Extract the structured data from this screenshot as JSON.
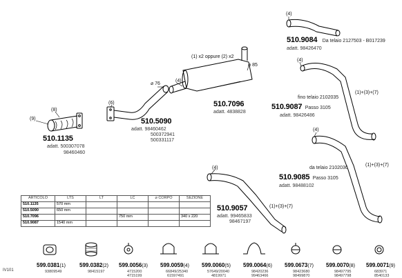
{
  "parts": [
    {
      "code": "510.1135",
      "refs": [
        "adatt. 500307078",
        "98460460"
      ]
    },
    {
      "code": "510.5090",
      "refs": [
        "adatt. 98460462",
        "500372941",
        "500331117"
      ]
    },
    {
      "code": "510.7096",
      "refs": [
        "adatt. 4838828"
      ]
    },
    {
      "code": "510.9084",
      "extra": "Da telaio 2127503 - B017239",
      "refs": [
        "adatt. 98426470"
      ]
    },
    {
      "code": "510.9087",
      "extra_lines": [
        "fino telaio 2102035",
        "Passo 3105"
      ],
      "refs": [
        "adatt. 98426486"
      ]
    },
    {
      "code": "510.9085",
      "extra_lines": [
        "da telaio 2102036",
        "Passo 3105"
      ],
      "refs": [
        "adatt. 98488102"
      ]
    },
    {
      "code": "510.9057",
      "refs": [
        "adatt. 99465833",
        "98467197"
      ]
    }
  ],
  "callouts": {
    "n9": "(9)",
    "n8": "(8)",
    "n6": "(6)",
    "n4a": "(4)",
    "n4b": "(4)",
    "n4c": "(4)",
    "n4d": "(4)",
    "n4e": "(4)",
    "dia76": "⌀ 76",
    "dia85": "⌀ 85",
    "muffler_note": "(1) x2 oppure (2) x2",
    "plus_a": "(1)+(3)+(7)",
    "plus_b": "(1)+(3)+(7)",
    "plus_c": "(1)+(3)+(7)"
  },
  "table": {
    "headers": [
      "ARTICOLO",
      "LTS",
      "LT",
      "LC",
      "⌀ CORPO",
      "SEZIONE"
    ],
    "rows": [
      [
        "510.1135",
        "570 mm",
        "",
        "",
        "",
        ""
      ],
      [
        "510.5090",
        "650 mm",
        "",
        "",
        "",
        ""
      ],
      [
        "510.7096",
        "",
        "",
        "750 mm",
        "",
        "340 x 220"
      ],
      [
        "510.9087",
        "1540 mm",
        "",
        "",
        "",
        ""
      ]
    ]
  },
  "accessories": [
    {
      "code": "599.0381",
      "num": "(1)",
      "refs": [
        "93809549"
      ]
    },
    {
      "code": "599.0382",
      "num": "(2)",
      "refs": [
        "98415197"
      ]
    },
    {
      "code": "599.0056",
      "num": "(3)",
      "refs": [
        "4715200",
        "4715199"
      ]
    },
    {
      "code": "599.0059",
      "num": "(4)",
      "refs": [
        "66849/25340",
        "61597491"
      ]
    },
    {
      "code": "599.0060",
      "num": "(5)",
      "refs": [
        "57649/20040",
        "4819971"
      ]
    },
    {
      "code": "599.0064",
      "num": "(6)",
      "refs": [
        "98420236",
        "99463466"
      ]
    },
    {
      "code": "599.0673",
      "num": "(7)",
      "refs": [
        "98423680",
        "98499870"
      ]
    },
    {
      "code": "599.0070",
      "num": "(8)",
      "refs": [
        "98497795",
        "98497798"
      ]
    },
    {
      "code": "599.0071",
      "num": "(9)",
      "refs": [
        "683971",
        "8540133"
      ]
    }
  ],
  "corner_label": "IV101"
}
